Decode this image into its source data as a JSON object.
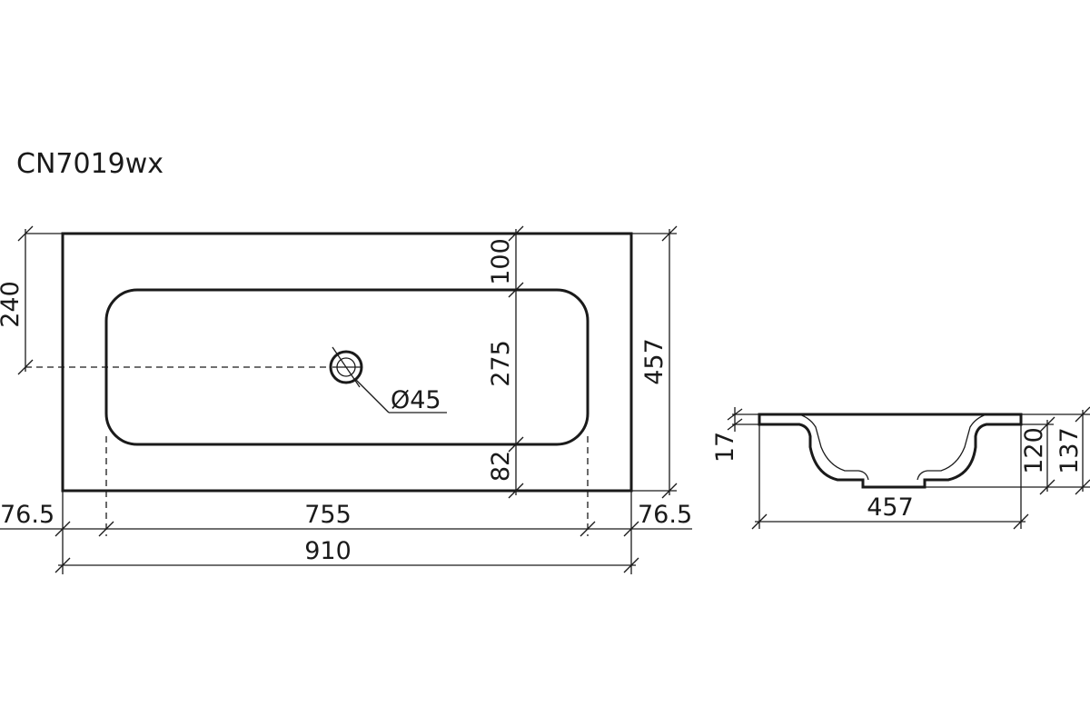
{
  "title": "CN7019wx",
  "top_view": {
    "dim_overall_width": "910",
    "dim_bowl_width": "755",
    "dim_left_margin": "76.5",
    "dim_right_margin": "76.5",
    "dim_overall_depth": "457",
    "dim_back_margin": "100",
    "dim_bowl_depth": "275",
    "dim_front_margin": "82",
    "dim_drain_offset": "240",
    "dim_drain_diameter": "Ø45"
  },
  "section_view": {
    "dim_width": "457",
    "dim_rim_thickness": "17",
    "dim_bowl_height": "120",
    "dim_total_height": "137"
  }
}
